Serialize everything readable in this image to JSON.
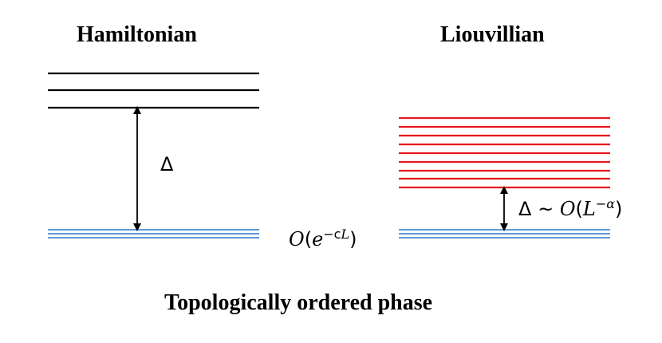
{
  "titles": {
    "left": "Hamiltonian",
    "right": "Liouvillian",
    "bottom": "Topologically ordered phase"
  },
  "labels": {
    "gap_left": "Δ",
    "splitting": "O(e^{-cL})",
    "gap_right": "Δ ~ O(L^{-α})"
  },
  "colors": {
    "excited_hamiltonian": "#000000",
    "excited_liouvillian": "#e8161d",
    "ground_states": "#5b9bd5"
  },
  "levels": {
    "hamiltonian_excited": 3,
    "hamiltonian_ground": 3,
    "liouvillian_excited": 9,
    "liouvillian_ground": 3
  }
}
